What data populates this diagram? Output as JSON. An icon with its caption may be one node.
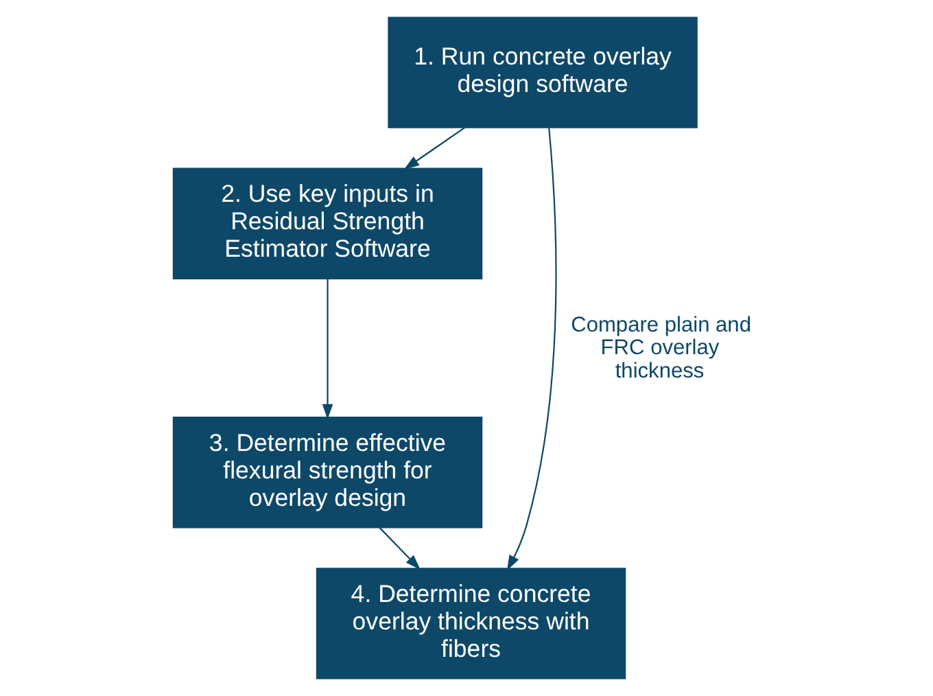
{
  "diagram": {
    "nodes": [
      {
        "text": [
          "1. Run concrete overlay design software"
        ]
      },
      {
        "text": [
          "2. Use key inputs in Residual Strength Estimator Software"
        ]
      },
      {
        "text": [
          "3. Determine effective flexural strength for overlay design"
        ]
      },
      {
        "text": [
          "4. Determine concrete overlay thickness with fibers"
        ]
      }
    ],
    "edges": [
      {
        "from": 0,
        "to": 1,
        "arrow": "to"
      },
      {
        "from": 1,
        "to": 2,
        "arrow": "to"
      },
      {
        "from": 2,
        "to": 3,
        "arrow": "to"
      },
      {
        "from": 0,
        "to": 3,
        "arrow": "to",
        "label": "Compare plain and FRC overlay thickness"
      }
    ]
  }
}
